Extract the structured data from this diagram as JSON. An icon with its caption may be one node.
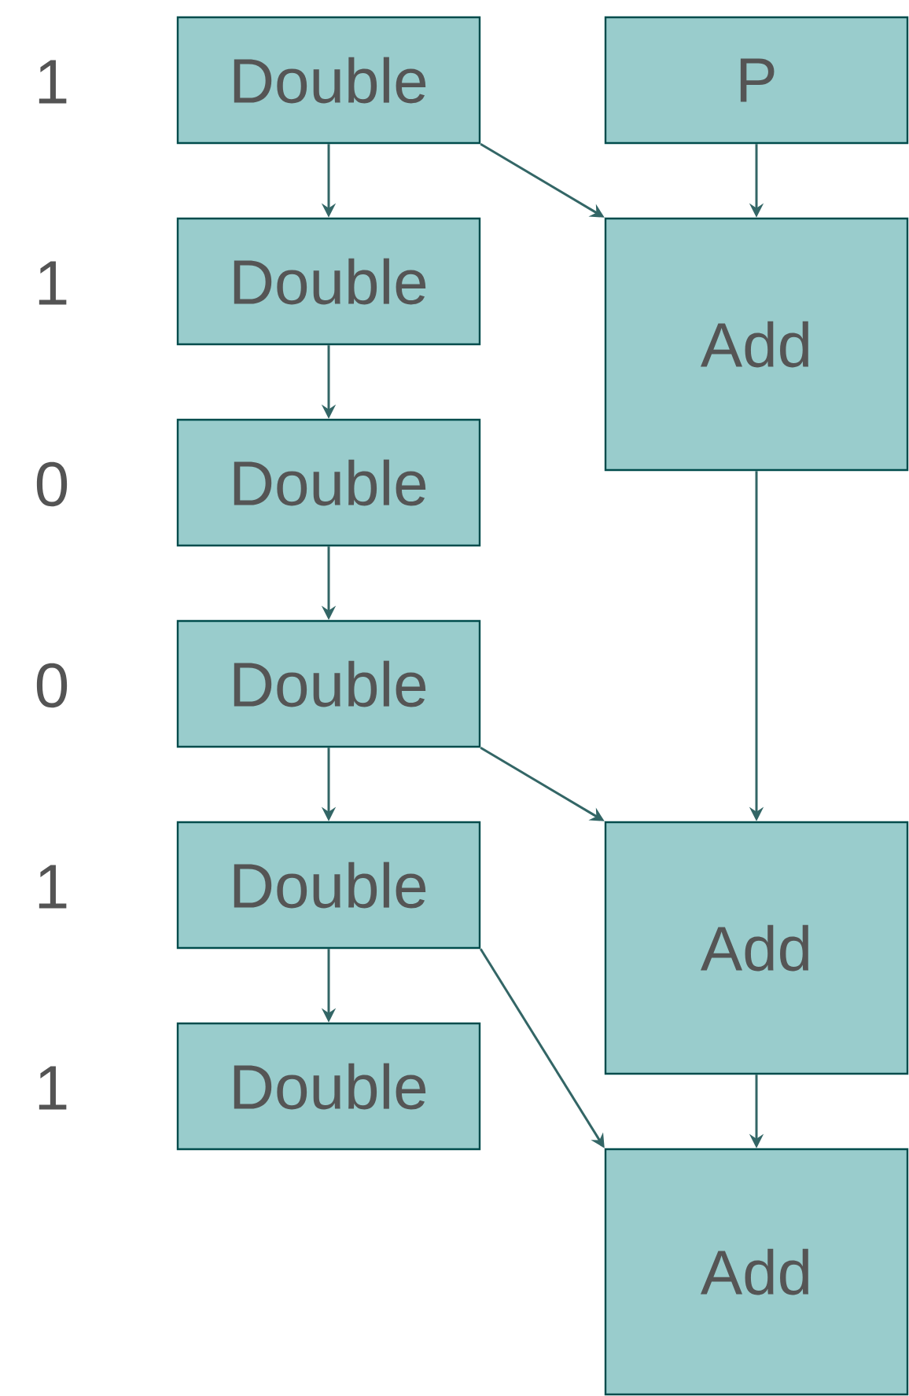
{
  "diagram": {
    "nodes": [
      {
        "text": [
          "Double"
        ]
      },
      {
        "text": [
          "P"
        ]
      },
      {
        "text": [
          "Double"
        ]
      },
      {
        "text": [
          "Add"
        ]
      },
      {
        "text": [
          "Double"
        ]
      },
      {
        "text": [
          "Double"
        ]
      },
      {
        "text": [
          "Double"
        ]
      },
      {
        "text": [
          "Add"
        ]
      },
      {
        "text": [
          "Double"
        ]
      },
      {
        "text": [
          "Add"
        ]
      }
    ],
    "edges": [
      {
        "from": 0,
        "to": 2,
        "arrow": "to"
      },
      {
        "from": 0,
        "to": 3,
        "arrow": "to"
      },
      {
        "from": 1,
        "to": 3,
        "arrow": "to"
      },
      {
        "from": 2,
        "to": 4,
        "arrow": "to"
      },
      {
        "from": 4,
        "to": 5,
        "arrow": "to"
      },
      {
        "from": 3,
        "to": 7,
        "arrow": "to"
      },
      {
        "from": 5,
        "to": 6,
        "arrow": "to"
      },
      {
        "from": 5,
        "to": 7,
        "arrow": "to"
      },
      {
        "from": 6,
        "to": 8,
        "arrow": "to"
      },
      {
        "from": 6,
        "to": 9,
        "arrow": "to"
      },
      {
        "from": 7,
        "to": 9,
        "arrow": "to"
      }
    ],
    "labels": [
      "1",
      "1",
      "0",
      "0",
      "1",
      "1"
    ]
  }
}
